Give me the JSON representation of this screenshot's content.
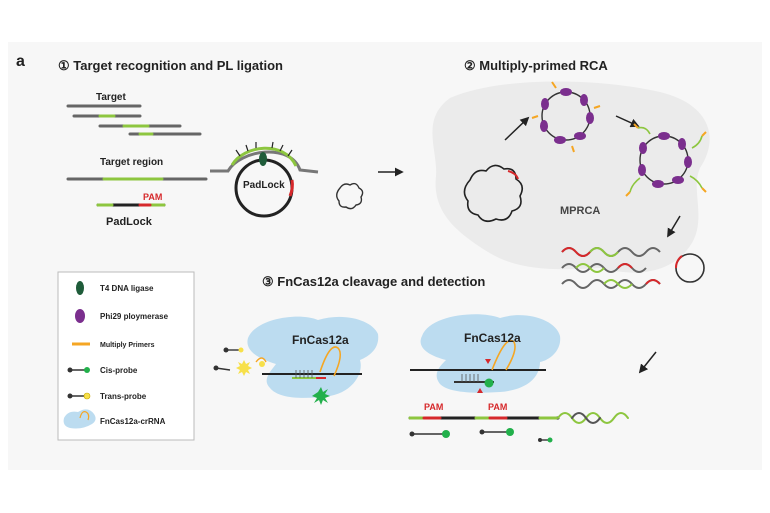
{
  "panel_letter": "a",
  "step1": {
    "title": "① Target recognition and PL ligation",
    "target_label": "Target",
    "target_region_label": "Target region",
    "pam_label": "PAM",
    "padlock_label": "PadLock",
    "padlock_circle_label": "PadLock"
  },
  "step2": {
    "title": "② Multiply-primed RCA",
    "mprca_label": "MPRCA"
  },
  "step3": {
    "title": "③ FnCas12a cleavage and detection",
    "cas_left_label": "FnCas12a",
    "cas_right_label": "FnCas12a",
    "pam_1": "PAM",
    "pam_2": "PAM"
  },
  "legend": {
    "items": [
      {
        "label": "T4 DNA ligase",
        "icon": "ligase-icon"
      },
      {
        "label": "Phi29 ploymerase",
        "icon": "polymerase-icon"
      },
      {
        "label": "Multiply Primers",
        "icon": "primer-icon"
      },
      {
        "label": "Cis-probe",
        "icon": "cis-probe-icon"
      },
      {
        "label": "Trans-probe",
        "icon": "trans-probe-icon"
      },
      {
        "label": "FnCas12a-crRNA",
        "icon": "cas12a-crrna-icon"
      }
    ]
  },
  "colors": {
    "dna": "#555555",
    "target_region": "#8dc63f",
    "pam": "#d6282b",
    "polymerase": "#7b2f8e",
    "primer": "#f5a623",
    "ligase": "#1f5c3a",
    "cas": "#bcdcf0",
    "probe_green": "#22b04b",
    "probe_yellow": "#f7e04a",
    "background_blob": "#efefef"
  }
}
